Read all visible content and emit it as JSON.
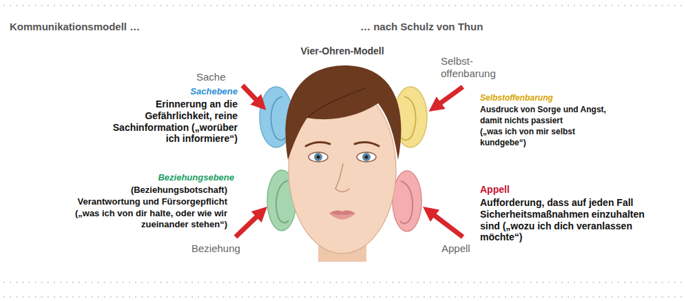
{
  "diagram": {
    "title": "Vier-Ohren-Modell",
    "labels": [
      "Kommunikationsmodell …",
      "… nach Schulz von Thun",
      "Sache",
      "Selbst- offenbarung",
      "Sachebene",
      "Erinnerung an die Gefährlichkeit, reine Sachinformation („worüber ich informiere“)",
      "Selbstoffenbarung",
      "Ausdruck von Sorge und Angst, damit nichts passiert",
      "(„was ich von mir selbst kundgebe“)",
      "Beziehungsebene",
      "(Beziehungsbotschaft)",
      "Verantwortung und Fürsorgepflicht",
      "(„was ich von dir halte, oder wie wir zueinander stehen“)",
      "Appell",
      "Aufforderung, dass auf jeden Fall Sicherheitsmaßnahmen einzuhalten sind („wozu ich dich veranlassen möchte“)",
      "Beziehung",
      "Appell"
    ]
  }
}
